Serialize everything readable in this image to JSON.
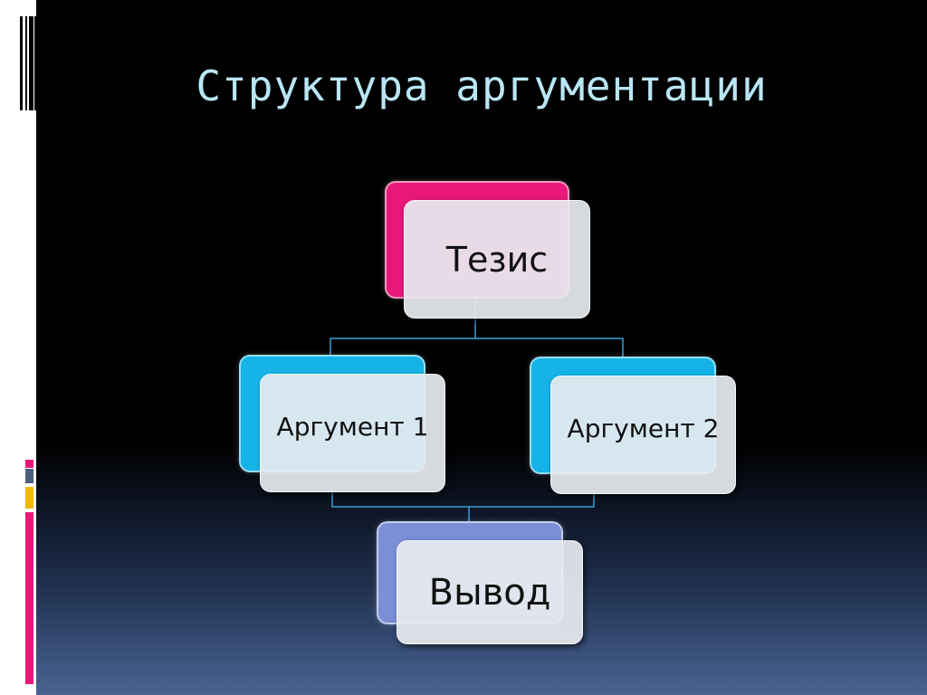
{
  "slide": {
    "title": "Структура аргументации"
  },
  "diagram": {
    "nodes": {
      "thesis": {
        "label": "Тезис",
        "color": "#e8187a"
      },
      "argument1": {
        "label": "Аргумент 1",
        "color": "#16b4e6"
      },
      "argument2": {
        "label": "Аргумент 2",
        "color": "#16b4e6"
      },
      "conclusion": {
        "label": "Вывод",
        "color": "#7b8fd6"
      }
    },
    "connector_color": "#3aa0d8"
  },
  "decor": {
    "accent_colors": [
      "#e8187a",
      "#4b5f7e",
      "#f2b800",
      "#e8187a"
    ]
  }
}
